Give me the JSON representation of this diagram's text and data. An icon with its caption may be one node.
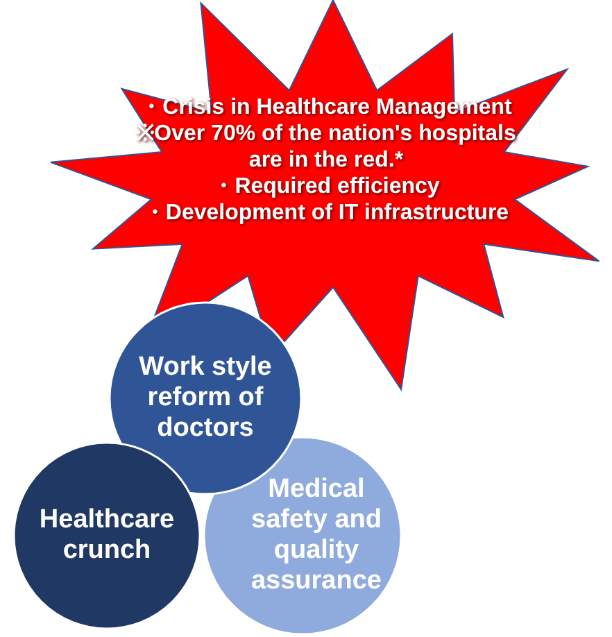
{
  "diagram": {
    "nodes": [
      {
        "text": [
          "・Crisis in Healthcare Management",
          "※**Over 70%** of the nation's hospitals are in the red.*",
          "・Required efficiency",
          "・Development of IT infrastructure"
        ]
      },
      {
        "text": [
          "Work style reform of doctors"
        ]
      },
      {
        "text": [
          "Healthcare crunch"
        ]
      },
      {
        "text": [
          "Medical safety and quality assurance"
        ]
      }
    ],
    "edges": []
  }
}
